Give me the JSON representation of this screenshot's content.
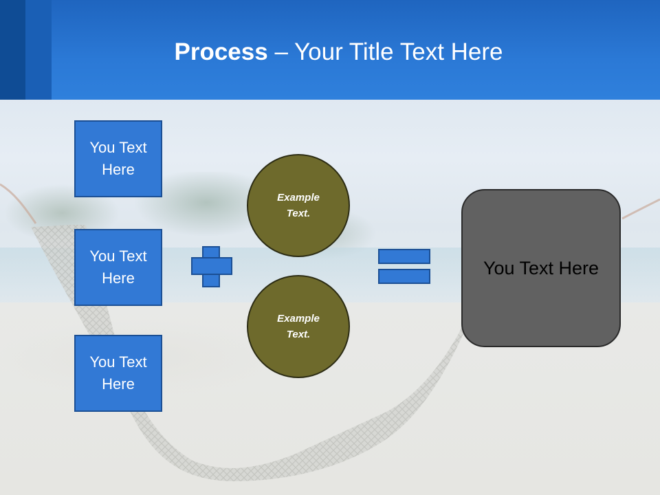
{
  "slide": {
    "title_bold": "Process",
    "title_rest": " – Your Title Text Here",
    "boxes": [
      {
        "label": "You Text Here"
      },
      {
        "label": "You Text Here"
      },
      {
        "label": "You Text Here"
      }
    ],
    "circles": [
      {
        "label": "Example Text."
      },
      {
        "label": "Example Text."
      }
    ],
    "result": {
      "label": "You Text Here"
    }
  },
  "colors": {
    "header_blue": "#2b79d6",
    "box_blue": "#3279d5",
    "circle_olive": "#6e6a2c",
    "result_gray": "#616161"
  },
  "icons": {
    "operator_plus": "plus-icon",
    "operator_equals": "equals-icon"
  }
}
